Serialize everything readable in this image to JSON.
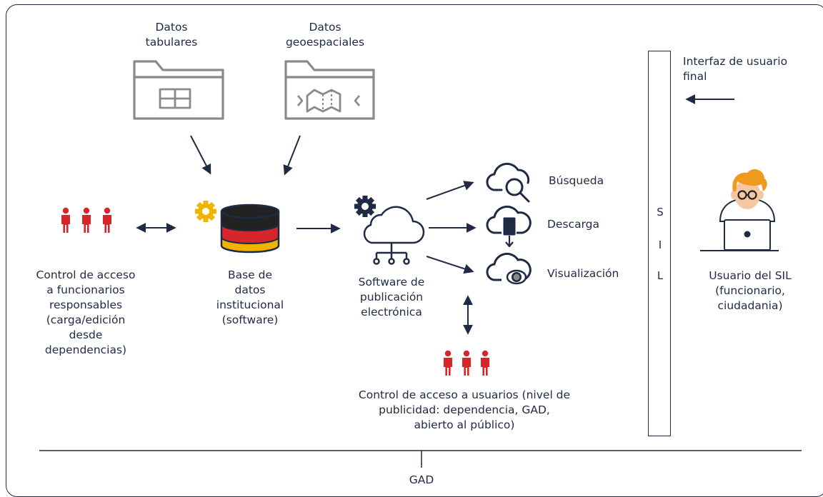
{
  "colors": {
    "navy": "#1f2a44",
    "red": "#d7262a",
    "gold": "#f0b400",
    "grey": "#8a8a8a",
    "dark": "#222222"
  },
  "labels": {
    "tabular": "Datos\ntabulares",
    "geo": "Datos\ngeoespaciales",
    "interface": "Interfaz de usuario\nfinal",
    "busqueda": "Búsqueda",
    "descarga": "Descarga",
    "visualizacion": "Visualización",
    "control_func": "Control de acceso\na funcionarios\nresponsables\n(carga/edición\ndesde\ndependencias)",
    "base": "Base de\ndatos\ninstitucional\n(software)",
    "software": "Software de\npublicación\nelectrónica",
    "control_users": "Control de acceso a usuarios (nivel de\npublicidad: dependencia, GAD,\nabierto al público)",
    "usuario": "Usuario del SIL\n(funcionario,\nciudadania)",
    "gad": "GAD"
  },
  "sil": [
    "S",
    "I",
    "L"
  ],
  "icons": [
    "folder-table-icon",
    "folder-map-icon",
    "people-icon",
    "gear-icon",
    "database-icon",
    "cloud-network-icon",
    "cloud-search-icon",
    "cloud-download-icon",
    "cloud-eye-icon",
    "user-laptop-icon"
  ]
}
